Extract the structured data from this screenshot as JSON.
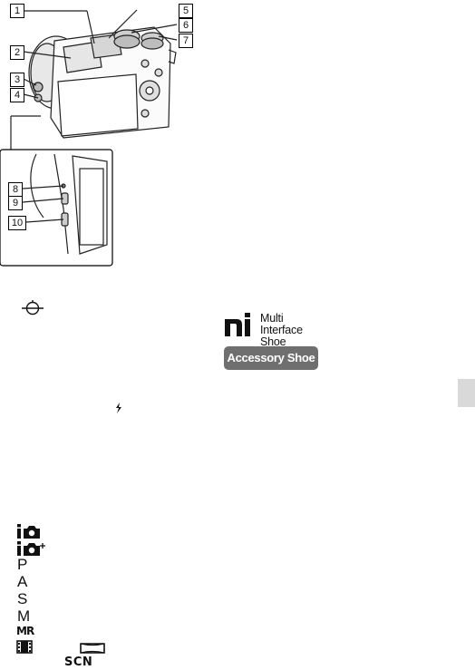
{
  "callouts": [
    "1",
    "2",
    "3",
    "4",
    "5",
    "6",
    "7",
    "8",
    "9",
    "10"
  ],
  "logos": {
    "multi_interface_line1": "Multi",
    "multi_interface_line2": "Interface Shoe",
    "accessory_shoe": "Accessory Shoe"
  },
  "symbols": {
    "image_sensor_position": "focal-plane-mark-icon",
    "flash": "flash-icon"
  },
  "mode_dial": {
    "items": [
      "intelligent-auto-icon",
      "superior-auto-icon",
      "P",
      "A",
      "S",
      "M",
      "MR",
      "movie-icon",
      "sweep-panorama-icon",
      "SCN"
    ]
  },
  "colors": {
    "badge": "#6f6f6f",
    "side_tab": "#d9d9d9"
  }
}
